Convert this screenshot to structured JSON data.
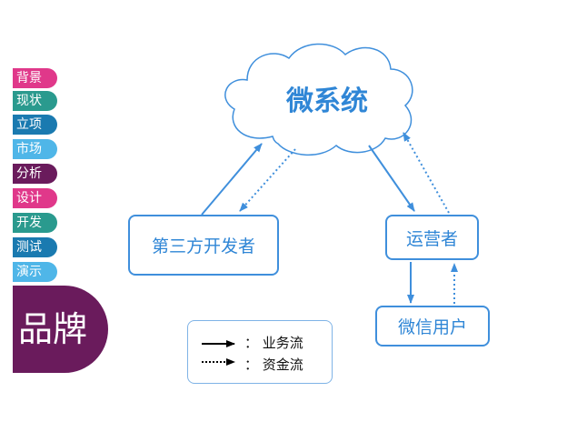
{
  "sidebar": {
    "tabs": [
      {
        "label": "背景",
        "color": "#e0388a"
      },
      {
        "label": "现状",
        "color": "#2a9a8e"
      },
      {
        "label": "立项",
        "color": "#1a7ab0"
      },
      {
        "label": "市场",
        "color": "#4fb6e8"
      },
      {
        "label": "分析",
        "color": "#6a1b5c"
      },
      {
        "label": "设计",
        "color": "#e0388a"
      },
      {
        "label": "开发",
        "color": "#2a9a8e"
      },
      {
        "label": "测试",
        "color": "#1a7ab0"
      },
      {
        "label": "演示",
        "color": "#4fb6e8"
      }
    ],
    "brand": {
      "label": "品牌",
      "color": "#6a1b5c"
    }
  },
  "diagram": {
    "cloud": {
      "label": "微系统"
    },
    "nodes": {
      "developer": "第三方开发者",
      "operator": "运营者",
      "user": "微信用户"
    },
    "accent": "#3f8fdc"
  },
  "legend": {
    "business_flow": "：  业务流",
    "capital_flow": "：  资金流"
  }
}
